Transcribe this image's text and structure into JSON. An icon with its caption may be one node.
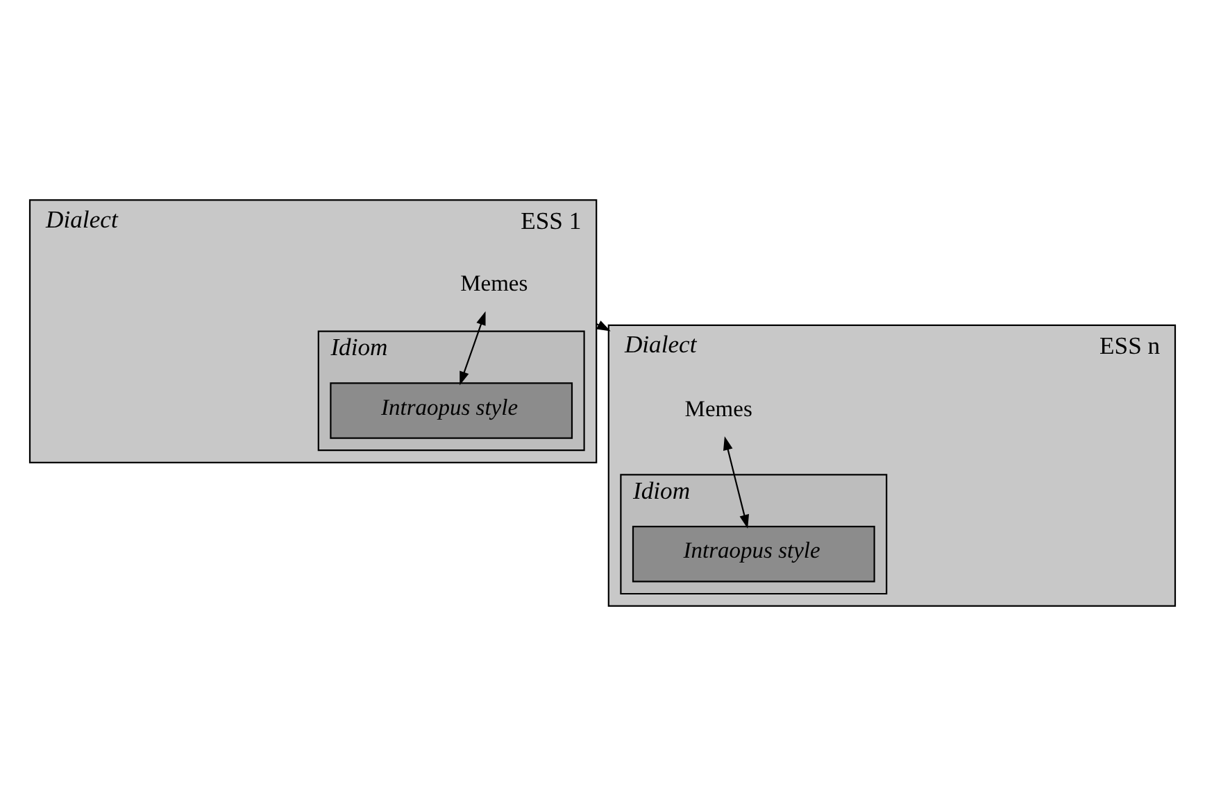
{
  "diagram": {
    "nodes": [
      {
        "text": [
          "Dialect"
        ],
        "beside": [
          "ESS 1"
        ]
      },
      {
        "text": [
          "Memes"
        ],
        "in": 0
      },
      {
        "text": [
          "Idiom"
        ],
        "in": 0
      },
      {
        "text": [
          "Intraopus style"
        ],
        "in": 2
      },
      {
        "text": [
          "Dialect"
        ],
        "beside": [
          "ESS n"
        ]
      },
      {
        "text": [
          "Memes"
        ],
        "in": 4
      },
      {
        "text": [
          "Idiom"
        ],
        "in": 4
      },
      {
        "text": [
          "Intraopus style"
        ],
        "in": 6
      }
    ],
    "edges": [
      {
        "from": 1,
        "to": 3,
        "arrow": "both"
      },
      {
        "from": 0,
        "to": 4,
        "arrow": "to"
      },
      {
        "from": 5,
        "to": 7,
        "arrow": "both"
      }
    ]
  }
}
